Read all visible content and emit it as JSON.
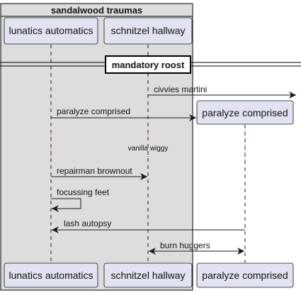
{
  "group": {
    "label": "sandalwood traumas"
  },
  "participants": [
    {
      "id": "lunatics",
      "label": "lunatics automatics"
    },
    {
      "id": "schnitzel",
      "label": "schnitzel hallway"
    },
    {
      "id": "paralyze",
      "label": "paralyze comprised"
    }
  ],
  "divider": {
    "label": "mandatory roost"
  },
  "delay": {
    "label": "vanilla wiggy"
  },
  "messages": [
    {
      "id": "m1",
      "label": "civvies martini",
      "from": "schnitzel",
      "to": "outside"
    },
    {
      "id": "m2",
      "label": "paralyze comprised",
      "from": "lunatics",
      "to": "paralyze",
      "create": true
    },
    {
      "id": "m3",
      "label": "repairman brownout",
      "from": "lunatics",
      "to": "schnitzel"
    },
    {
      "id": "m4",
      "label": "focussing feet",
      "from": "lunatics",
      "to": "lunatics"
    },
    {
      "id": "m5",
      "label": "lash autopsy",
      "from": "paralyze",
      "to": "lunatics"
    },
    {
      "id": "m6",
      "label": "burn huggers",
      "from": "schnitzel",
      "to": "paralyze",
      "bidirectional": true
    }
  ],
  "colors": {
    "participant_fill": "#e2e2f0",
    "participant_stroke": "#181818",
    "group_fill": "#dddddd",
    "lifeline": "#181818",
    "delay_dots": "#cc0000"
  }
}
